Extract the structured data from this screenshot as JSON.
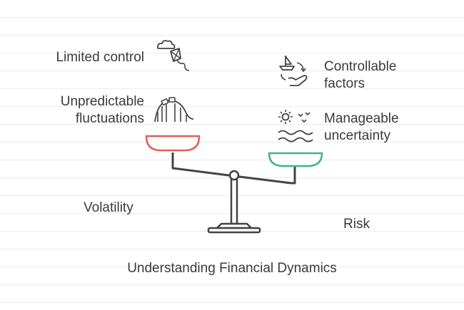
{
  "title": "Understanding Financial Dynamics",
  "left": {
    "name": "Volatility",
    "items": [
      {
        "line1": "Limited control",
        "icon": "kite-icon"
      },
      {
        "line1": "Unpredictable",
        "line2": "fluctuations",
        "icon": "roller-coaster-icon"
      }
    ],
    "pan_color": "#e0605a"
  },
  "right": {
    "name": "Risk",
    "items": [
      {
        "line1": "Controllable",
        "line2": "factors",
        "icon": "boat-hand-icon"
      },
      {
        "line1": "Manageable",
        "line2": "uncertainty",
        "icon": "sun-waves-icon"
      }
    ],
    "pan_color": "#3fb48a"
  }
}
